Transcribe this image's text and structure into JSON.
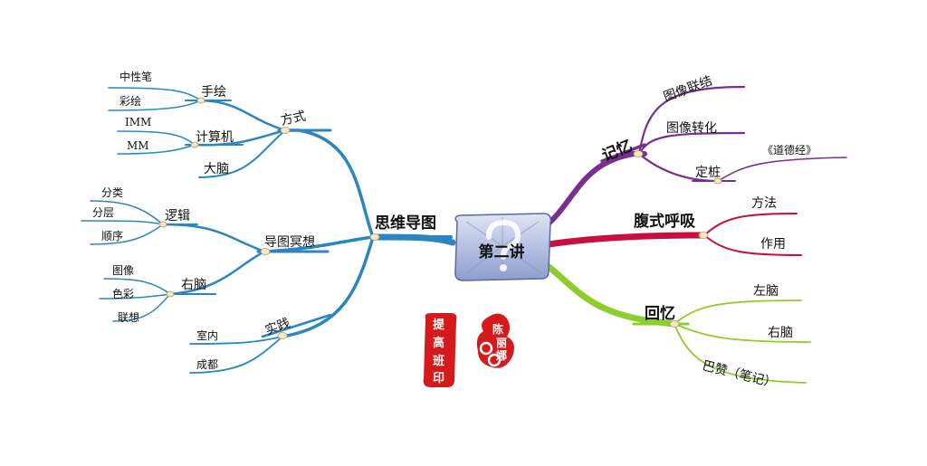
{
  "colors": {
    "left": "#2a86c0",
    "memory": "#7a2f8e",
    "breathing": "#c8103e",
    "recall": "#8ccf2a",
    "center_fill": "#b9c3e3",
    "seal": "#d41a1a"
  },
  "center": {
    "label": "第二讲",
    "icon": "question-mark-icon"
  },
  "left": {
    "main": "思维导图",
    "method": {
      "label": "方式",
      "hand": {
        "label": "手绘",
        "items": [
          "中性笔",
          "彩绘"
        ]
      },
      "computer": {
        "label": "计算机",
        "items": [
          "IMM",
          "MM"
        ]
      },
      "brain": "大脑"
    },
    "meditation": {
      "label": "导图冥想",
      "logic": {
        "label": "逻辑",
        "items": [
          "分类",
          "分层",
          "顺序"
        ]
      },
      "right_brain": {
        "label": "右脑",
        "items": [
          "图像",
          "色彩",
          "联想"
        ]
      }
    },
    "practice": {
      "label": "实践",
      "items": [
        "室内",
        "成都"
      ]
    }
  },
  "right": {
    "memory": {
      "label": "记忆",
      "items": [
        "图像联结",
        "图像转化"
      ],
      "peg": {
        "label": "定桩",
        "items": [
          "《道德经》"
        ]
      }
    },
    "breathing": {
      "label": "腹式呼吸",
      "items": [
        "方法",
        "作用"
      ]
    },
    "recall": {
      "label": "回忆",
      "items": [
        "左脑",
        "右脑",
        "巴赞（笔记）"
      ]
    }
  },
  "seals": {
    "seal1": [
      "提",
      "高",
      "班",
      "印"
    ],
    "seal2": [
      "陈",
      "丽",
      "娜"
    ]
  }
}
